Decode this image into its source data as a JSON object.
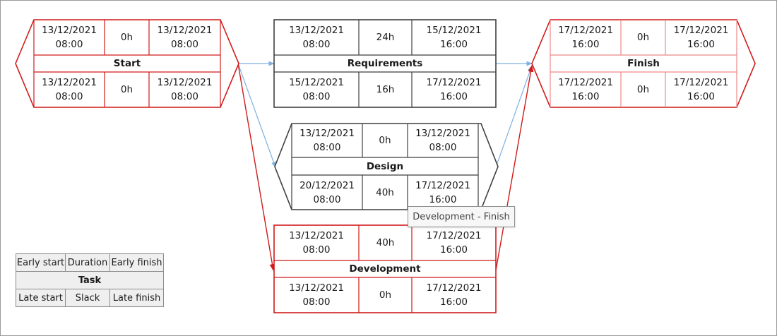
{
  "colors": {
    "critical": "#d11a1a",
    "critical_light": "#ec8888",
    "normal": "#3f3f3f",
    "link_normal": "#7fb0e0",
    "link_critical": "#d11a1a"
  },
  "nodes": {
    "start": {
      "title": "Start",
      "early_start": "13/12/2021\n08:00",
      "duration": "0h",
      "early_finish": "13/12/2021\n08:00",
      "late_start": "13/12/2021\n08:00",
      "slack": "0h",
      "late_finish": "13/12/2021\n08:00"
    },
    "requirements": {
      "title": "Requirements",
      "early_start": "13/12/2021\n08:00",
      "duration": "24h",
      "early_finish": "15/12/2021\n16:00",
      "late_start": "15/12/2021\n08:00",
      "slack": "16h",
      "late_finish": "17/12/2021\n16:00"
    },
    "finish": {
      "title": "Finish",
      "early_start": "17/12/2021\n16:00",
      "duration": "0h",
      "early_finish": "17/12/2021\n16:00",
      "late_start": "17/12/2021\n16:00",
      "slack": "0h",
      "late_finish": "17/12/2021\n16:00"
    },
    "design": {
      "title": "Design",
      "early_start": "13/12/2021\n08:00",
      "duration": "0h",
      "early_finish": "13/12/2021\n08:00",
      "late_start": "20/12/2021\n08:00",
      "slack": "40h",
      "late_finish": "17/12/2021\n16:00"
    },
    "development": {
      "title": "Development",
      "early_start": "13/12/2021\n08:00",
      "duration": "40h",
      "early_finish": "17/12/2021\n16:00",
      "late_start": "13/12/2021\n08:00",
      "slack": "0h",
      "late_finish": "17/12/2021\n16:00"
    }
  },
  "legend": {
    "early_start": "Early start",
    "duration": "Duration",
    "early_finish": "Early finish",
    "task": "Task",
    "late_start": "Late start",
    "slack": "Slack",
    "late_finish": "Late finish"
  },
  "tooltip": {
    "text": "Development - Finish"
  }
}
